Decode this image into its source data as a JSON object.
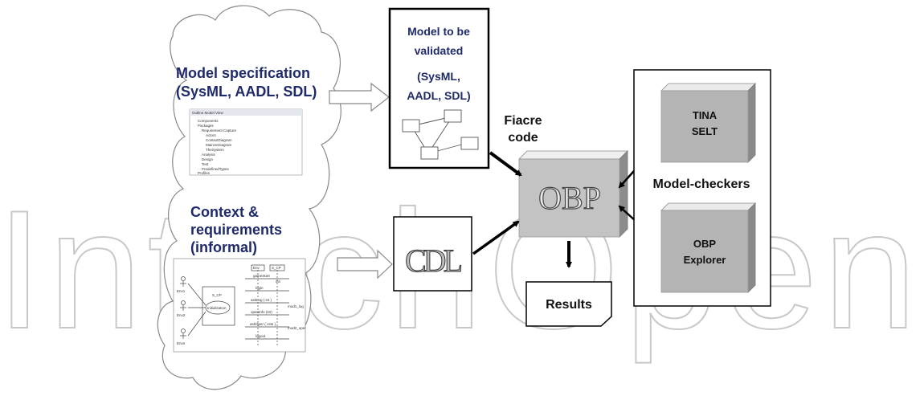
{
  "watermark": "IntechOpen",
  "cloud": {
    "model_spec_line1": "Model specification",
    "model_spec_line2": "(SysML, AADL, SDL)",
    "context_line1": "Context &",
    "context_line2": "requirements",
    "context_line3": "(informal)"
  },
  "model_box": {
    "line1": "Model to be",
    "line2": "validated",
    "line3": "(SysML,",
    "line4": "AADL, SDL)"
  },
  "fiacre": {
    "line1": "Fiacre",
    "line2": "code"
  },
  "cdl_logo": "CDL",
  "obp_logo": "OBP",
  "results": "Results",
  "model_checkers": {
    "title": "Model-checkers",
    "tina_line1": "TINA",
    "tina_line2": "SELT",
    "explorer_line1": "OBP",
    "explorer_line2": "Explorer"
  },
  "thumb_tree": {
    "header": "Outline Model View",
    "items": [
      "Components",
      "Packages",
      "Requirement Capture",
      "Actors",
      "ContextDiagram",
      "MainUcDiagram",
      "TheSystem",
      "Analysis",
      "Design",
      "Test",
      "PredefinedTypes",
      "Profiles"
    ]
  },
  "thumb_seq": {
    "lifelines": [
      "Env",
      "S_CP"
    ],
    "actor_labels": [
      "Env1",
      "Env2",
      "Envn"
    ],
    "usecase_top": "S_CP",
    "usecase": "Initialization",
    "messages": [
      "gameStart",
      "login",
      "askLog ( int )",
      "openInfo (str)",
      "askOper ( cste )",
      "logout"
    ],
    "side_labels": [
      "init",
      "mod1_log",
      "mod2_oper"
    ]
  }
}
